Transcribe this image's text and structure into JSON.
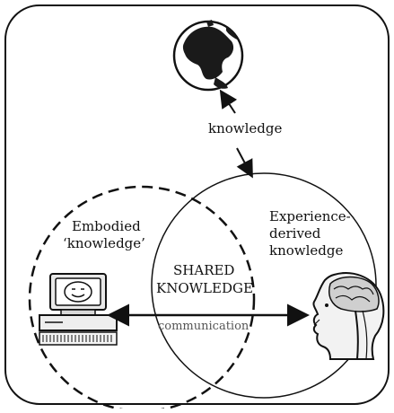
{
  "diagram": {
    "labels": {
      "knowledge": "knowledge",
      "embodied_line1": "Embodied",
      "embodied_line2": "‘knowledge’",
      "experience_line1": "Experience-",
      "experience_line2": "derived",
      "experience_line3": "knowledge",
      "shared_line1": "SHARED",
      "shared_line2": "KNOWLEDGE",
      "communication": "communication"
    },
    "icons": {
      "globe": "globe-icon",
      "computer": "computer-icon",
      "head": "human-head-icon"
    },
    "colors": {
      "stroke": "#111111",
      "background": "#ffffff",
      "globe_land": "#1a1a1a",
      "communication_text": "#555555"
    }
  }
}
